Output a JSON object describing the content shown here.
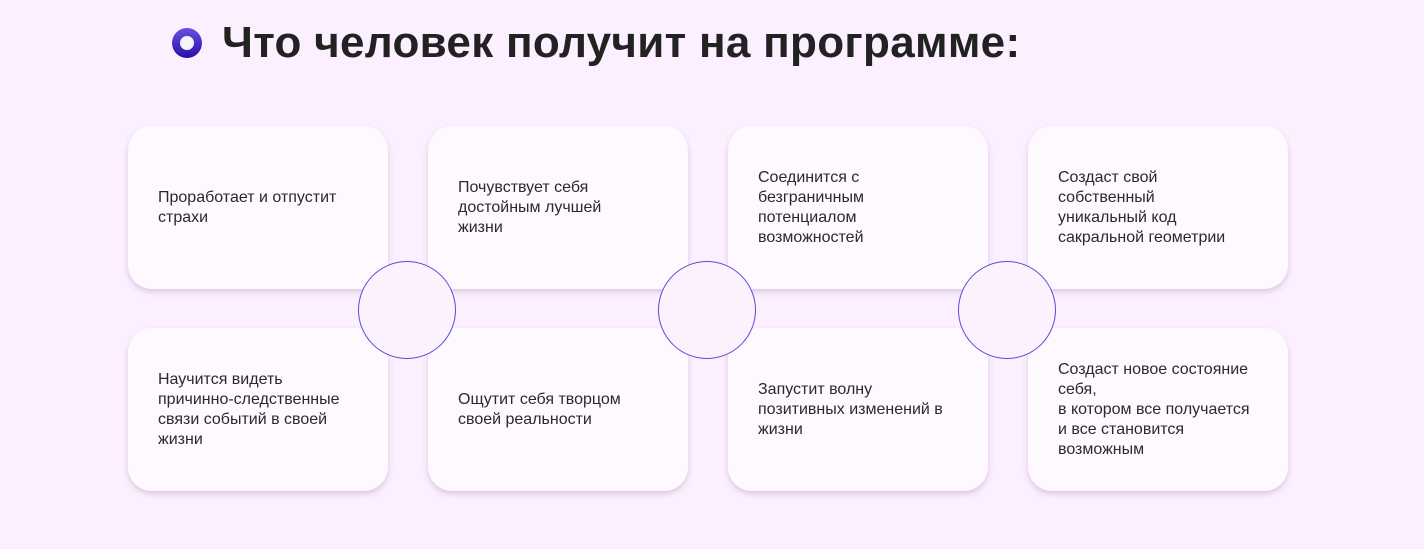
{
  "title": "Что человек получит на программе:",
  "cards": [
    "Проработает и отпустит\nстрахи",
    "Почувствует себя\nдостойным лучшей\nжизни",
    "Соединится с\nбезграничным\nпотенциалом\nвозможностей",
    "Создаст свой\nсобственный\nуникальный код\nсакральной геометрии",
    "Научится видеть\nпричинно-следственные\nсвязи событий в своей\nжизни",
    "Ощутит себя творцом\nсвоей реальности",
    "Запустит волну\nпозитивных изменений в\nжизни",
    "Создаст новое состояние\nсебя,\nв котором все получается\nи все становится\nвозможным"
  ],
  "colors": {
    "accent": "#5b4bd2",
    "background": "#fcefff"
  }
}
